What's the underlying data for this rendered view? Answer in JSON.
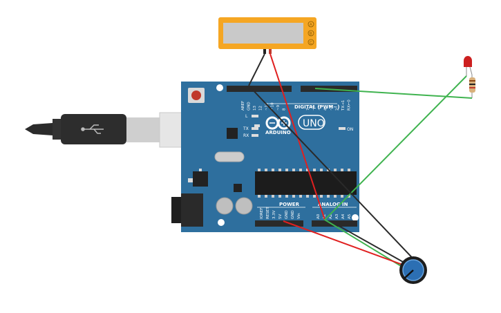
{
  "board": {
    "digital_header": "DIGITAL (PWM~)",
    "power_header": "POWER",
    "analog_header": "ANALOG IN",
    "brand": "ARDUINO",
    "model": "UNO",
    "on_label": "ON",
    "led_l": "L",
    "led_tx": "TX",
    "led_rx": "RX",
    "digital_pins": [
      "AREF",
      "GND",
      "13",
      "12",
      "~11",
      "~10",
      "~9",
      "8",
      "7",
      "~6",
      "~5",
      "4",
      "~3",
      "2",
      "TX→1",
      "RX←0"
    ],
    "power_pins": [
      "IOREF",
      "RESET",
      "3.3V",
      "5V",
      "GND",
      "GND",
      "Vin"
    ],
    "analog_pins": [
      "A0",
      "A1",
      "A2",
      "A3",
      "A4",
      "A5"
    ]
  },
  "display": {
    "buttons": [
      "A",
      "B",
      "C"
    ]
  },
  "colors": {
    "board": "#2e6f9e",
    "wire_red": "#e02020",
    "wire_black": "#2a2a2a",
    "wire_green": "#3fb34f",
    "display": "#f5a623",
    "led": "#cc1f1f"
  }
}
